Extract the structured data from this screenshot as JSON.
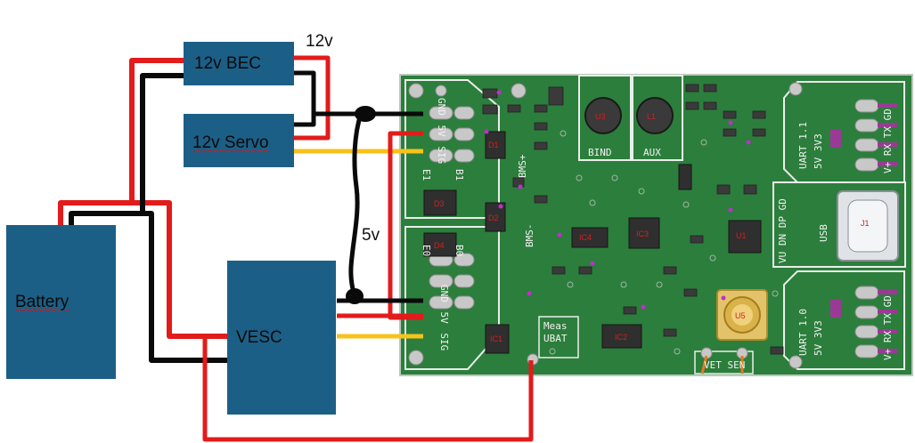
{
  "blocks": {
    "bec": "12v BEC",
    "servo": "12v Servo",
    "battery": "Battery",
    "vesc": "VESC"
  },
  "wire_labels": {
    "top_12v": "12v",
    "mid_5v": "5v"
  },
  "board": {
    "top_header": [
      "GND",
      "5V",
      "SIG"
    ],
    "top_header_names": [
      "E1",
      "B1"
    ],
    "bottom_header": [
      "GND",
      "5V",
      "SIG"
    ],
    "bottom_header_names": [
      "E0",
      "B0"
    ],
    "buttons": [
      "BIND",
      "AUX"
    ],
    "bms_plus": "BMS+",
    "bms_minus": "BMS-",
    "uart_top": "UART 1.1",
    "uart_top_pins": "5V  3V3",
    "uart_top_side": "V+ RX TX GD",
    "usb": "USB",
    "usb_pins": "VU DN DP GD",
    "uart_bottom": "UART 1.0",
    "uart_bottom_pins": "5V  3V3",
    "uart_bottom_side": "V+ RX TX GD",
    "meas": "Meas",
    "ubat": "UBAT",
    "vet_sen": "VET SEN",
    "refs": [
      "D3",
      "D4",
      "D1",
      "D2",
      "IC1",
      "IC2",
      "IC3",
      "IC4",
      "U1",
      "U3",
      "U5",
      "J1",
      "L1"
    ]
  },
  "colors": {
    "wire_red": "#e21b1b",
    "wire_black": "#000000",
    "wire_yellow": "#f7c21a",
    "block": "#1c5f86",
    "pcb": "#2a7a3a",
    "pcb_dark": "#1d5e2b"
  }
}
